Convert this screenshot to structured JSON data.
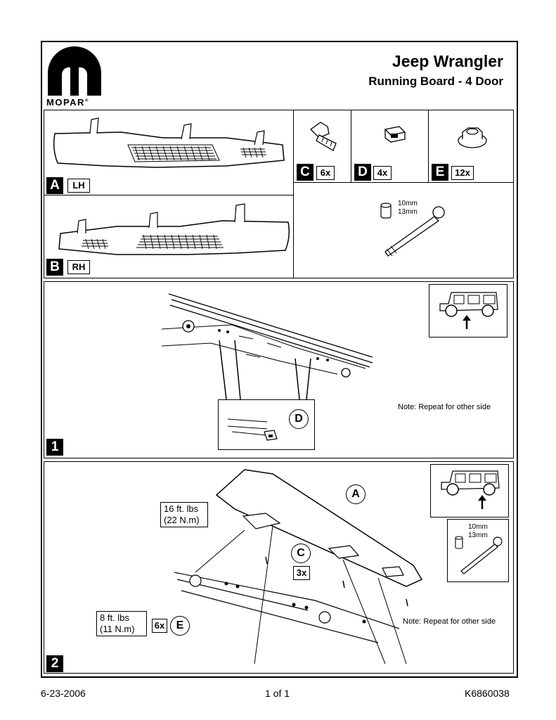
{
  "header": {
    "title": "Jeep Wrangler",
    "subtitle": "Running Board - 4 Door",
    "brand": "MOPAR",
    "brand_mark": "®"
  },
  "parts": {
    "a": {
      "letter": "A",
      "label": "LH"
    },
    "b": {
      "letter": "B",
      "label": "RH"
    },
    "c": {
      "letter": "C",
      "qty": "6x"
    },
    "d": {
      "letter": "D",
      "qty": "4x"
    },
    "e": {
      "letter": "E",
      "qty": "12x"
    }
  },
  "tools": {
    "socket_10": "10mm",
    "socket_13": "13mm"
  },
  "step1": {
    "number": "1",
    "callout": "D",
    "note": "Note:  Repeat for other side"
  },
  "step2": {
    "number": "2",
    "callout_a": "A",
    "callout_c": "C",
    "qty_c": "3x",
    "callout_e": "E",
    "qty_e": "6x",
    "torque_1_line1": "16 ft. lbs",
    "torque_1_line2": "(22 N.m)",
    "torque_2_line1": "8 ft. lbs",
    "torque_2_line2": "(11 N.m)",
    "note": "Note:  Repeat for other side",
    "tool_10": "10mm",
    "tool_13": "13mm"
  },
  "footer": {
    "date": "6-23-2006",
    "page": "1 of 1",
    "part_number": "K6860038"
  }
}
